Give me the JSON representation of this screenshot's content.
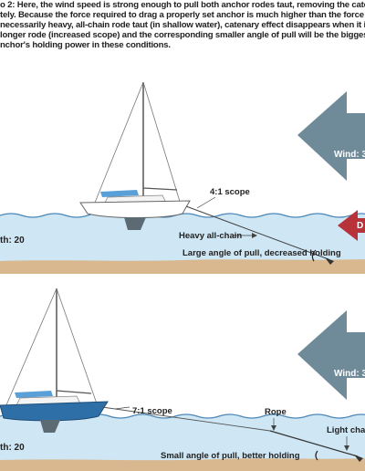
{
  "caption": {
    "lines": [
      "o 2: Here, the wind speed is strong enough to pull both anchor rodes taut, removing the catenary e",
      "tely. Because the force required to drag a properly set anchor is much higher than the force require",
      "necessarily heavy, all-chain rode taut (in shallow water), catenary effect disappears when it is nee",
      "longer rode (increased scope) and the corresponding smaller angle of pull will be the biggest dete",
      "nchor's holding power in these conditions."
    ]
  },
  "top_scene": {
    "wind_label": "Wind: 3",
    "scope_label": "4:1 scope",
    "rode_label": "Heavy all-chain",
    "angle_label": "Large angle of pull, decreased holding",
    "depth_label": "th: 20",
    "drag_label": "D"
  },
  "bottom_scene": {
    "wind_label": "Wind: 3",
    "scope_label": "7:1 scope",
    "rope_label": "Rope",
    "chain_label": "Light chai",
    "angle_label": "Small angle of pull, better holding",
    "depth_label": "th: 20"
  },
  "colors": {
    "water": "#cfe6f4",
    "water_line": "#4a86b8",
    "sand": "#d9b890",
    "arrow_gray": "#6f8a99",
    "drag_red": "#b8323a",
    "hull_blue": "#2e6fa8",
    "bimini": "#5aa0d8"
  }
}
